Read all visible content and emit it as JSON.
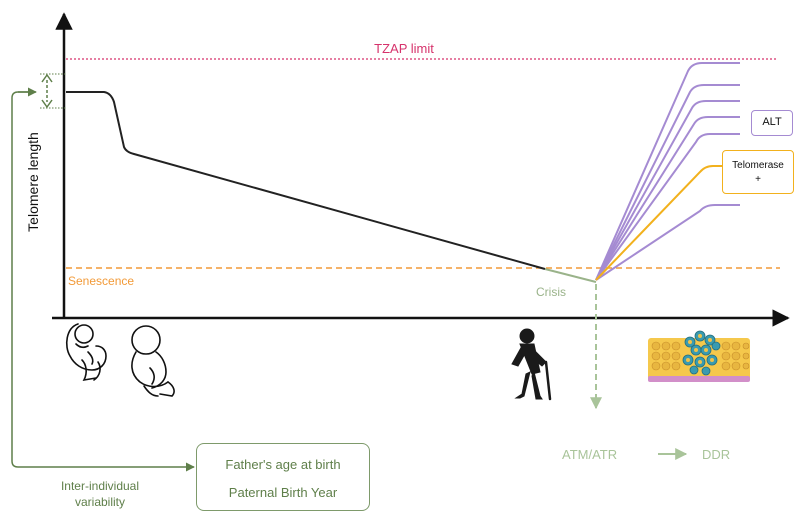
{
  "axis": {
    "ylabel": "Telomere length"
  },
  "thresholds": {
    "tzap_label": "TZAP limit",
    "senescence_label": "Senescence",
    "crisis_label": "Crisis"
  },
  "outcomes": {
    "alt_label": "ALT",
    "telomerase_line1": "Telomerase",
    "telomerase_line2": "+"
  },
  "pathway": {
    "atm_label": "ATM/ATR",
    "ddr_label": "DDR"
  },
  "variability": {
    "label_line1": "Inter-individual",
    "label_line2": "variability",
    "father_age": "Father's age at birth",
    "paternal_year": "Paternal Birth Year"
  },
  "colors": {
    "tzap": "#d6336c",
    "senescence": "#f29a38",
    "crisis": "#9ab38a",
    "alt": "#a58bd2",
    "telomerase": "#f2b11d",
    "variability": "#5f7f4a",
    "pathway": "#a9c49a",
    "trajectory": "#222222"
  },
  "icons": [
    "embryo-icon",
    "fetus-icon",
    "elderly-person-icon",
    "tumor-cells-icon"
  ]
}
